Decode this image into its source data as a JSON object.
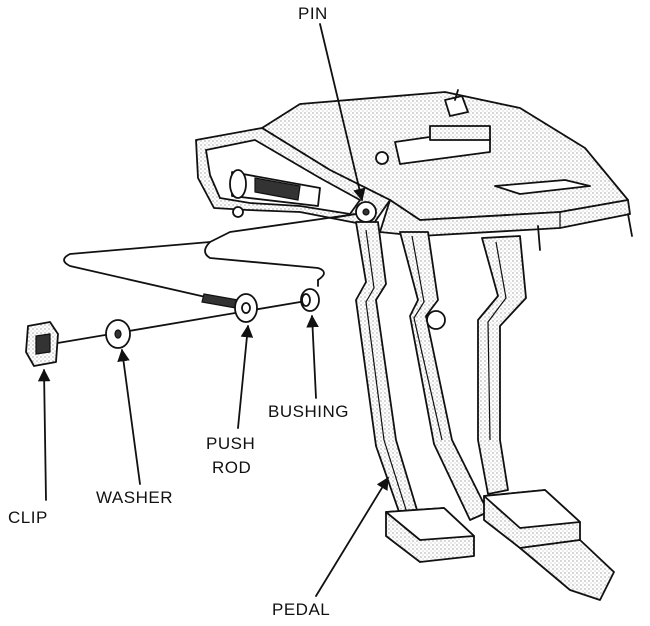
{
  "labels": {
    "pin": "PIN",
    "bushing": "BUSHING",
    "push_rod_line1": "PUSH",
    "push_rod_line2": "ROD",
    "washer": "WASHER",
    "clip": "CLIP",
    "pedal": "PEDAL"
  }
}
